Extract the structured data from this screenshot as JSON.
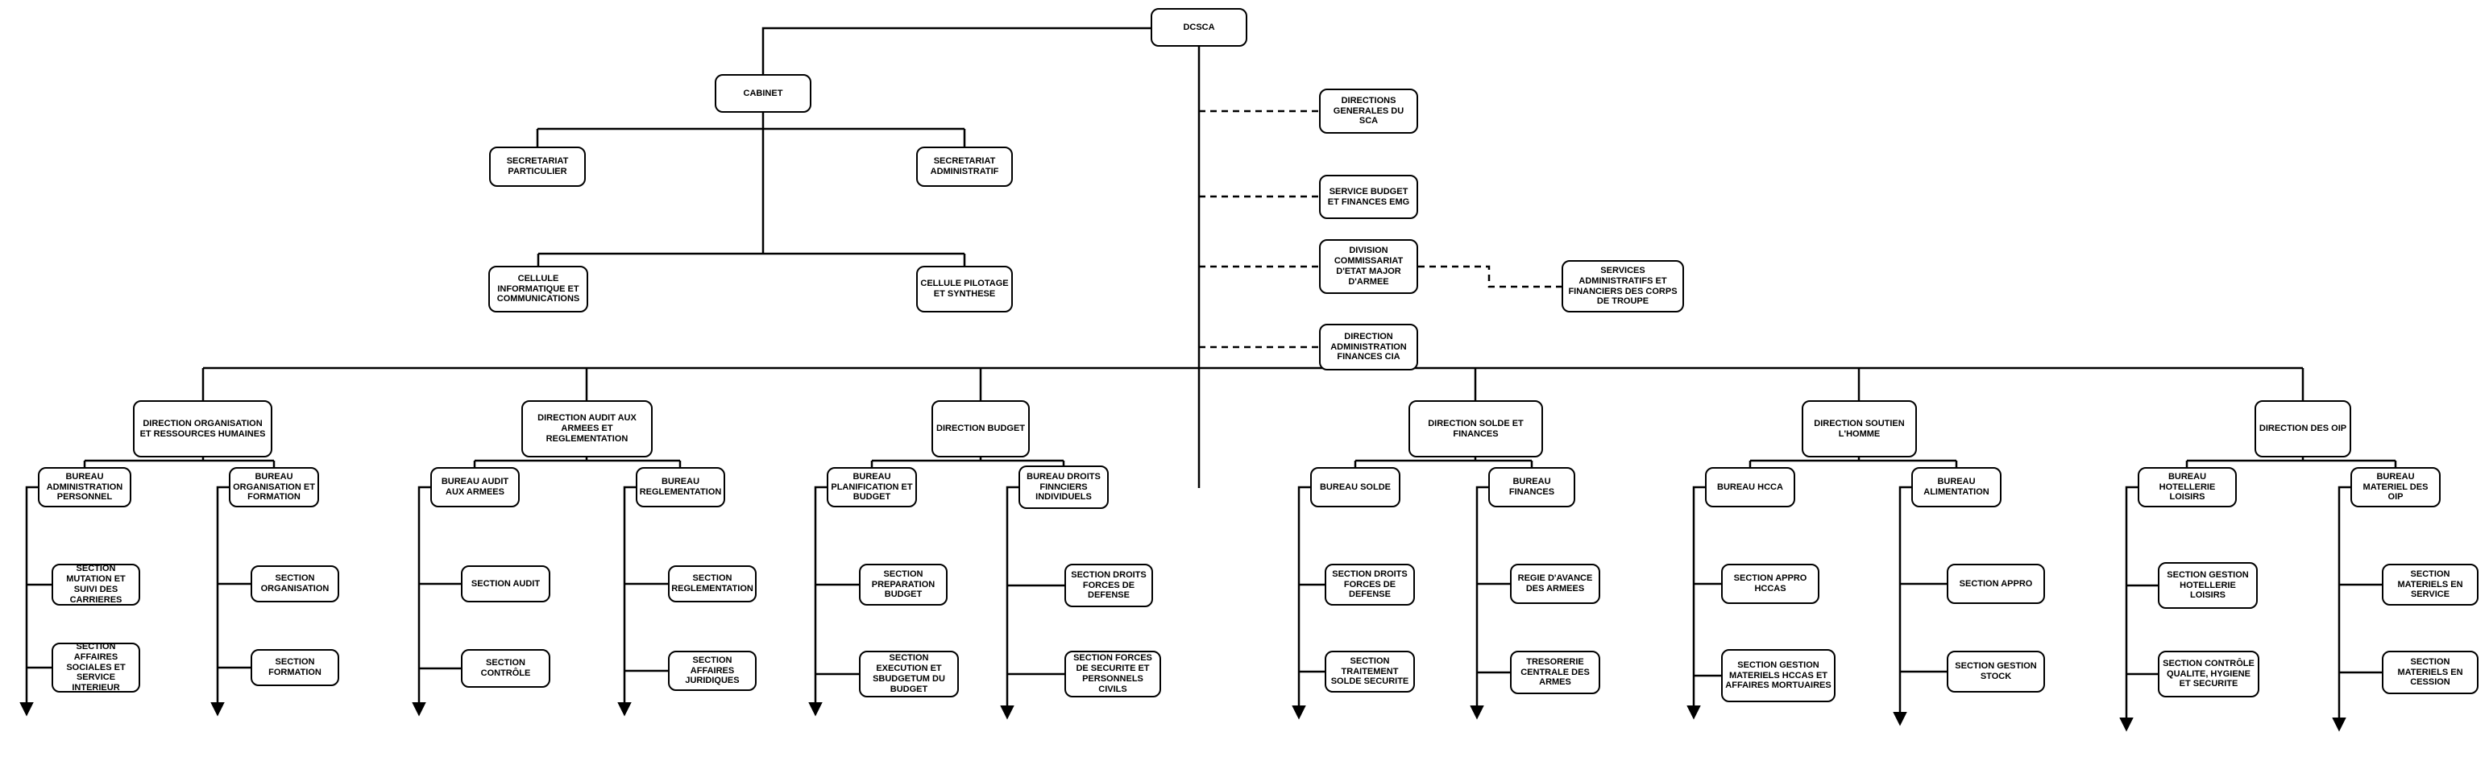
{
  "colors": {
    "background": "#ffffff",
    "box_fill": "#ffffff",
    "box_border": "#000000",
    "line": "#000000"
  },
  "chart": {
    "root": "DCSCA",
    "cabinet": {
      "label": "CABINET",
      "children": [
        "SECRETARIAT PARTICULIER",
        "SECRETARIAT ADMINISTRATIF",
        "CELLULE INFORMATIQUE ET COMMUNICATIONS",
        "CELLULE PILOTAGE ET SYNTHESE"
      ]
    },
    "attached_services": [
      "DIRECTIONS GENERALES DU SCA",
      "SERVICE BUDGET ET FINANCES EMG",
      "DIVISION COMMISSARIAT D'ETAT MAJOR D'ARMEE",
      "SERVICES ADMINISTRATIFS ET FINANCIERS DES CORPS DE TROUPE",
      "DIRECTION ADMINISTRATION FINANCES CIA"
    ],
    "directions": [
      {
        "label": "DIRECTION ORGANISATION ET RESSOURCES HUMAINES",
        "bureaus": [
          {
            "label": "BUREAU ADMINISTRATION PERSONNEL",
            "sections": [
              "SECTION MUTATION ET SUIVI DES CARRIERES",
              "SECTION AFFAIRES SOCIALES ET SERVICE INTERIEUR"
            ]
          },
          {
            "label": "BUREAU ORGANISATION ET FORMATION",
            "sections": [
              "SECTION ORGANISATION",
              "SECTION FORMATION"
            ]
          }
        ]
      },
      {
        "label": "DIRECTION AUDIT AUX ARMEES ET REGLEMENTATION",
        "bureaus": [
          {
            "label": "BUREAU AUDIT AUX ARMEES",
            "sections": [
              "SECTION AUDIT",
              "SECTION CONTRÔLE"
            ]
          },
          {
            "label": "BUREAU REGLEMENTATION",
            "sections": [
              "SECTION REGLEMENTATION",
              "SECTION AFFAIRES JURIDIQUES"
            ]
          }
        ]
      },
      {
        "label": "DIRECTION BUDGET",
        "bureaus": [
          {
            "label": "BUREAU PLANIFICATION ET BUDGET",
            "sections": [
              "SECTION PREPARATION BUDGET",
              "SECTION EXECUTION ET SBUDGETUM DU BUDGET"
            ]
          },
          {
            "label": "BUREAU DROITS FINNCIERS INDIVIDUELS",
            "sections": [
              "SECTION DROITS FORCES DE DEFENSE",
              "SECTION FORCES DE SECURITE ET PERSONNELS CIVILS"
            ]
          }
        ]
      },
      {
        "label": "DIRECTION SOLDE ET FINANCES",
        "bureaus": [
          {
            "label": "BUREAU SOLDE",
            "sections": [
              "SECTION DROITS FORCES DE DEFENSE",
              "SECTION TRAITEMENT SOLDE SECURITE"
            ]
          },
          {
            "label": "BUREAU FINANCES",
            "sections": [
              "REGIE D'AVANCE DES ARMEES",
              "TRESORERIE CENTRALE DES ARMES"
            ]
          }
        ]
      },
      {
        "label": "DIRECTION SOUTIEN L'HOMME",
        "bureaus": [
          {
            "label": "BUREAU HCCA",
            "sections": [
              "SECTION APPRO HCCAS",
              "SECTION GESTION MATERIELS HCCAS ET AFFAIRES MORTUAIRES"
            ]
          },
          {
            "label": "BUREAU ALIMENTATION",
            "sections": [
              "SECTION APPRO",
              "SECTION GESTION STOCK"
            ]
          }
        ]
      },
      {
        "label": "DIRECTION DES OIP",
        "bureaus": [
          {
            "label": "BUREAU HOTELLERIE LOISIRS",
            "sections": [
              "SECTION GESTION HOTELLERIE LOISIRS",
              "SECTION CONTRÔLE QUALITE, HYGIENE ET SECURITE"
            ]
          },
          {
            "label": "BUREAU MATERIEL DES OIP",
            "sections": [
              "SECTION MATERIELS EN SERVICE",
              "SECTION MATERIELS EN CESSION"
            ]
          }
        ]
      }
    ]
  }
}
